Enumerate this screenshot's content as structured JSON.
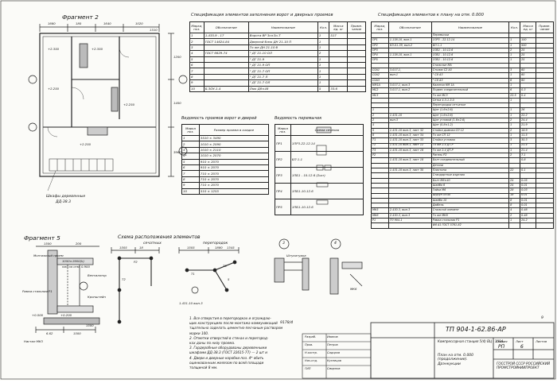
{
  "fragment2_title": "Фрагмент 2",
  "fragment5_title": "Фрагмент 5",
  "scheme_title": "Схема  расположения  элементов",
  "scheme_subtitle1": "сечатных",
  "scheme_subtitle2": "перегородок",
  "gate_spec": {
    "title": "Спецификация элементов заполнения ворот и дверных проемов",
    "headers": [
      "Марка, поз.",
      "Обозначение",
      "Наименование",
      "Кол.",
      "Масса ед. кг",
      "Приме-чание"
    ],
    "rows": [
      [
        "1",
        "1.435.9 - 17",
        "Ворота  ВР 3о×3о-Т",
        "1",
        "517",
        ""
      ],
      [
        "2",
        "ГОСТ 14624-84",
        "Дверной блок ДН 21-10 П",
        "1",
        "",
        ""
      ],
      [
        "3",
        "",
        "То же  ДН 21-10 б",
        "1",
        "",
        ""
      ],
      [
        "4",
        "ГОСТ 6629-74",
        "\"  ДГ 21-10 ОЛ",
        "2",
        "",
        ""
      ],
      [
        "5",
        "",
        "\"  ДГ 21-9",
        "1",
        "",
        ""
      ],
      [
        "6",
        "",
        "\"  ДГ 21-9 ОП",
        "1",
        "",
        ""
      ],
      [
        "7",
        "",
        "\"  ДГ 21-7 ОП",
        "1",
        "",
        ""
      ],
      [
        "8",
        "",
        "\"  ДГ 21-7 Л",
        "1",
        "",
        ""
      ],
      [
        "9",
        "",
        "\"  ДГ 21-7 ОЛ",
        "1",
        "",
        ""
      ],
      [
        "10",
        "Б.3ОУ-1-4",
        "Люк Д8×48",
        "5",
        "33.6",
        ""
      ]
    ]
  },
  "openings": {
    "title": "Ведомость проемов ворот и дверей",
    "headers": [
      "Марка поз.",
      "Размер проема в кладке"
    ],
    "rows": [
      [
        "1",
        "3510 × 3490"
      ],
      [
        "2",
        "1010 × 2090"
      ],
      [
        "3",
        "1010 × 2110"
      ],
      [
        "4*",
        "1010 × 2070"
      ],
      [
        "5",
        "910 × 2070"
      ],
      [
        "6",
        "910 × 2070"
      ],
      [
        "7",
        "710 × 2070"
      ],
      [
        "8",
        "710 × 2070"
      ],
      [
        "9",
        "710 × 2070"
      ],
      [
        "10",
        "510 × 1255"
      ]
    ]
  },
  "lintels": {
    "title": "Ведомость перемычек",
    "headers": [
      "Марка поз.",
      "Схема сечения"
    ],
    "rows": [
      [
        "ПР1",
        "1ПР3-22.12.14"
      ],
      [
        "ПР2",
        "БП 1-1"
      ],
      [
        "ПР3",
        "1ПБ1 - 10.12.6 (2шт)"
      ],
      [
        "ПР4",
        "1ПБ1-10.12.6"
      ],
      [
        "ПР5",
        "1ПБ1-10.12.6"
      ]
    ]
  },
  "lintel_spec": {
    "title": "Спецификация элементов к плану на отм. 0.000",
    "headers": [
      "Марка, поз.",
      "Обозначение",
      "Наименование",
      "Кол.",
      "Масса ед. кг",
      "Приме-чание"
    ],
    "rows": [
      [
        "",
        "",
        "Перемычки",
        "",
        "",
        ""
      ],
      [
        "ПР1",
        "1.138-10, вып.1",
        "1ПР3 - 22.12.14",
        "1",
        "100",
        ""
      ],
      [
        "ПР2",
        "КЭ-01-39, вып.2",
        "БП 1-1",
        "1",
        "500",
        ""
      ],
      [
        "ПР3",
        "",
        "1ПБ1 - 10.12.6",
        "2",
        "25",
        ""
      ],
      [
        "ПР4",
        "1.138-10, вып.1",
        "1ПБ1 - 10.12.6",
        "1",
        "25",
        ""
      ],
      [
        "ПР5",
        "",
        "1ПБ1 - 10.12.6",
        "1",
        "25",
        ""
      ],
      [
        "",
        "",
        "Стальные МА",
        "",
        "",
        ""
      ],
      [
        "С0А1",
        "3.017-1,",
        "Столик  С2 А3",
        "3",
        "60",
        ""
      ],
      [
        "С0А2",
        "вып.1",
        "\"  С8 А3",
        "1",
        "60",
        ""
      ],
      [
        "С0А3",
        "",
        "\"  С8 А3",
        "6",
        "60",
        ""
      ],
      [
        "КМ1А",
        "3.017-1, вып.3",
        "Калитка КМ 1А",
        "1",
        "",
        ""
      ],
      [
        "МС2",
        "3.017-1, вып.2",
        "Подвес соединительный",
        "6",
        "0.3",
        ""
      ],
      [
        "МС3",
        "",
        "То же  МС3",
        "22.5",
        "0.4",
        ""
      ],
      [
        "",
        "",
        "Сетка  4.3-1-3.0",
        "1",
        "",
        ""
      ],
      [
        "",
        "",
        "Перегородки сетчатые",
        "",
        "",
        ""
      ],
      [
        "1",
        "",
        "Щит  (1.6×2.6)",
        "1",
        "26",
        ""
      ],
      [
        "2",
        "1.431-10",
        "Щит  (1.6×2.6)",
        "1",
        "22.2",
        ""
      ],
      [
        "2",
        "вып.3",
        "Щит угловой (1.6×2.6)",
        "2",
        "24.4",
        ""
      ],
      [
        "4",
        "",
        "Щит  (0.8×1.2)",
        "1",
        "21.9",
        ""
      ],
      [
        "5",
        "1.431-10 вып.3, лист 32",
        "Стойка дымная СП 12",
        "2",
        "18.9",
        ""
      ],
      [
        "6",
        "1.431-10 вып.3, лист 34",
        "То же  СП 12",
        "1",
        "11.5",
        ""
      ],
      [
        "Т1",
        "1.431-10 вып.3, лист 33",
        "Стойка угловая",
        "3",
        "30.3",
        ""
      ],
      [
        "Т2",
        "1.431-10 вып.3, лист 12",
        "То же  2.4 ДТ-Р",
        "1",
        "21.4",
        ""
      ],
      [
        "Т3",
        "1.431-10 вып.3, лист 16",
        "То же  2.4 ДТ-Р",
        "1",
        "21.4",
        ""
      ],
      [
        "Р2",
        "",
        "Ригель Р2",
        "2",
        "7.1",
        ""
      ],
      [
        "",
        "1.431-10 вып.3, лист 18",
        "Болт соединительный",
        "",
        "0.8",
        ""
      ],
      [
        "",
        "",
        "Детали",
        "",
        "",
        ""
      ],
      [
        "",
        "1.431-10 вып.3, лист 30",
        "Пластина",
        "22",
        "0.1",
        ""
      ],
      [
        "",
        "",
        "Стандартные изделия",
        "",
        "",
        ""
      ],
      [
        "",
        "",
        "Болт М6×40",
        "24",
        "0.05",
        ""
      ],
      [
        "",
        "",
        "Шайба 6",
        "24",
        "0.01",
        ""
      ],
      [
        "",
        "",
        "Гайка М6",
        "28",
        "0.03",
        ""
      ],
      [
        "",
        "",
        "Шуруп 5×40",
        "18",
        "0.01",
        ""
      ],
      [
        "",
        "",
        "Шайба 10",
        "8",
        "0.01",
        ""
      ],
      [
        "",
        "",
        "Дюбель",
        "8",
        "0.01",
        ""
      ],
      [
        "МК5",
        "2.430-3, вып.3",
        "Стальной элемент",
        "4",
        "0.46",
        ""
      ],
      [
        "МК6",
        "2.430-3, вып.3",
        "То же  МК6",
        "2",
        "0.46",
        ""
      ],
      [
        "Р1",
        "ТП 904-1",
        "Рамка стальная  Р1",
        "1",
        "24.2",
        ""
      ],
      [
        "",
        "",
        "Ф8 А1 ГОСТ 5781-82",
        "",
        "",
        ""
      ]
    ]
  },
  "notes": [
    "1. Все отверстия в перегородках и ограждаю-",
    "щих конструкциях после монтажа коммуникаций",
    "тщательно заделать цементно-песчаным раствором",
    "марки 100.",
    "2. Отметки отверстий в стенах и перегород-",
    "ках даны по низу проема.",
    "3. Гардеробные оборудованы деревянными",
    "шкафами ДД-38.3 (ГОСТ 22615-77) — 2 шт и",
    "4. Двери и дверные коробки поз. 4* обить",
    "оцинкованным железом по всей площади",
    "толщиной 8 мм."
  ],
  "fragment2_labels": {
    "cabinets": "Шкафы деревянные",
    "cabinets_mark": "ДД-38.3",
    "elev1": "+2.350",
    "elev2": "+2.250",
    "elev3": "+2.350",
    "elev4": "+2.250",
    "elev5": "+2.250",
    "dims_top": [
      "1660",
      "180",
      "1640",
      "1020",
      "1310"
    ],
    "dims_side": [
      "1200",
      "1400",
      "3960"
    ]
  },
  "fragment5_labels": {
    "mount_title": "Монтажный проем",
    "mount_size": "1050×1900(h)",
    "mount_elev": "низ на отм. 0.900",
    "steel_frame": "Рамка стальная Р1",
    "pipe": "Вентилятор",
    "bracket": "Кронштейн",
    "mount_support": "Настил МК3",
    "elev1": "+0.200",
    "elev2": "+0.500",
    "dims": [
      "1500",
      "200",
      "6.62",
      "1500",
      "1500"
    ]
  },
  "scheme_labels": {
    "dims": [
      "1505",
      "18",
      "1505",
      "1880",
      "1345"
    ],
    "axis_note": "1.431-10 вып.3",
    "p_labels": [
      "Р2",
      "Т2",
      "Т1",
      "Т3",
      "5"
    ]
  },
  "detail_labels": {
    "d3": "3",
    "d4": "4",
    "plaster": "Штукатурка",
    "steel": "МК6"
  },
  "stamp": {
    "code": "ТП 904-1-62.86-АР",
    "project": "Компрессорная станция  5(4) ВЦ - 100А",
    "stage_header": [
      "Стадия",
      "Лист",
      "Листов"
    ],
    "stage": "РП",
    "sheet": "6",
    "sheets": "",
    "sheet_title": "План на отм. 0.000  (продолжение). Дрэнкукции",
    "org": "ГОССТРОЙ СССР  РОССИЙСКИЙ  ПРОМСТРОЙНИИПРОЕКТ",
    "rows": [
      [
        "Разраб.",
        "Иванов",
        ""
      ],
      [
        "Пров.",
        "Петров",
        ""
      ],
      [
        "Н.контр.",
        "Сидоров",
        ""
      ],
      [
        "Нач.отд.",
        "Кузнецов",
        ""
      ],
      [
        "ГИП",
        "Смирнов",
        ""
      ],
      [
        "",
        "",
        ""
      ]
    ],
    "num_ref": "9178/4",
    "page_num": "9"
  }
}
